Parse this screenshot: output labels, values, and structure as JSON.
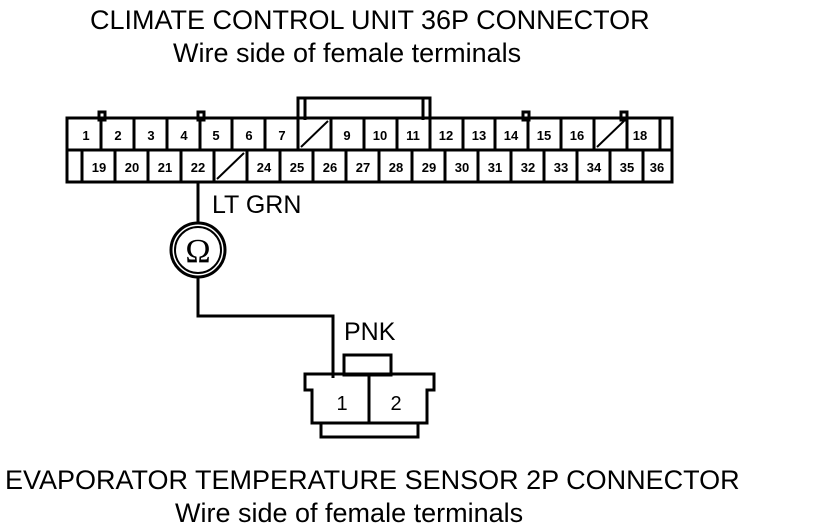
{
  "title": {
    "main": "CLIMATE CONTROL UNIT 36P CONNECTOR",
    "sub": "Wire side of female terminals"
  },
  "connector36": {
    "row1": [
      "1",
      "2",
      "3",
      "4",
      "5",
      "6",
      "7",
      "",
      "9",
      "10",
      "11",
      "12",
      "13",
      "14",
      "15",
      "16",
      "",
      "18"
    ],
    "row2": [
      "19",
      "20",
      "21",
      "22",
      "",
      "24",
      "25",
      "26",
      "27",
      "28",
      "29",
      "30",
      "31",
      "32",
      "33",
      "34",
      "35",
      "36"
    ]
  },
  "wire1": {
    "color": "LT GRN"
  },
  "meter": {
    "symbol": "Ω",
    "icon": "ohmmeter-icon"
  },
  "wire2": {
    "color": "PNK"
  },
  "sensor": {
    "pins": [
      "1",
      "2"
    ]
  },
  "footer": {
    "main": "EVAPORATOR TEMPERATURE SENSOR 2P CONNECTOR",
    "sub": "Wire side of female terminals"
  }
}
